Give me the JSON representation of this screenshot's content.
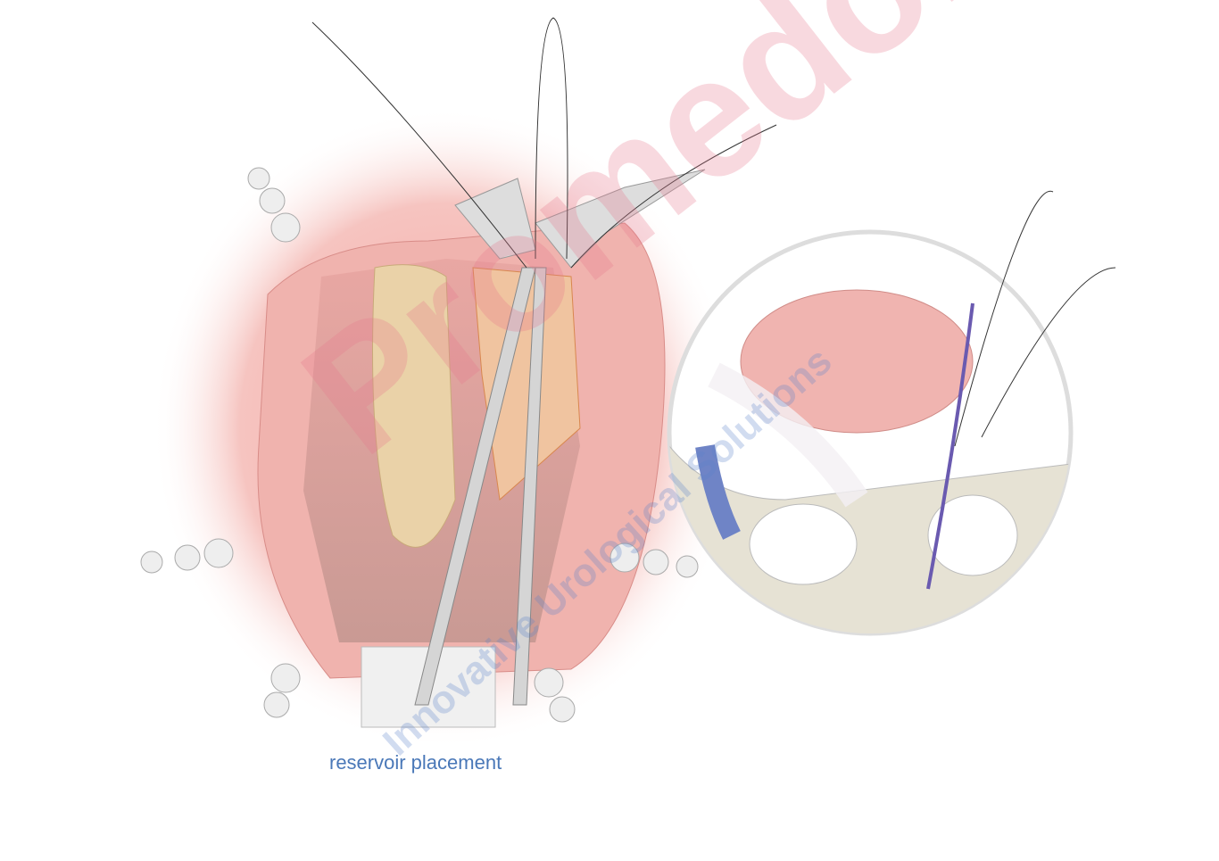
{
  "figure": {
    "caption": "reservoir placement",
    "watermark": {
      "brand": "Promedon®",
      "tagline": "Innovative Urological Solutions"
    }
  },
  "colors": {
    "caption": "#4a78b8",
    "tissue": "#f2b5b0",
    "bone": "#e8e4d8",
    "instrument": "#d9d9d9"
  }
}
